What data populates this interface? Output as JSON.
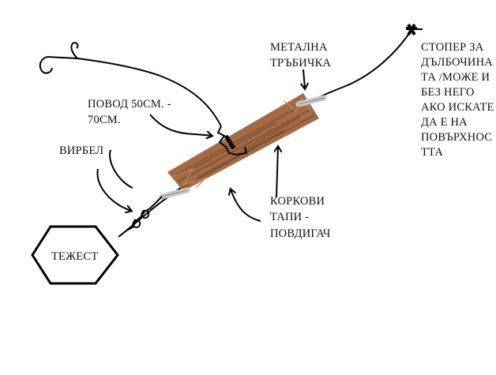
{
  "colors": {
    "background": "#ffffff",
    "ink": "#000000",
    "cork": "#a26a45",
    "tube": "#c8c8c8"
  },
  "labels": {
    "metal_tube": [
      "МЕТАЛНА",
      "ТРЪБИЧКА"
    ],
    "stopper": [
      "СТОПЕР ЗА",
      "ДЪЛБОЧИНА",
      "ТА /МОЖЕ И",
      "БЕЗ НЕГО",
      "АКО ИСКАТЕ",
      "ДА Е НА",
      "ПОВЪРХНОС",
      "ТТА"
    ],
    "leader": [
      "ПОВОД 50СМ. -",
      "70СМ."
    ],
    "swivel": "ВИРБЕЛ",
    "cork_floats": [
      "КОРКОВИ",
      "ТАПИ  -",
      "ПОВДИГАЧ"
    ],
    "weight": "ТЕЖЕСТ"
  },
  "icons": [
    "hook-icon",
    "stopper-knot-icon",
    "swivel-icon",
    "weight-hexagon-icon",
    "arrow-icon"
  ]
}
